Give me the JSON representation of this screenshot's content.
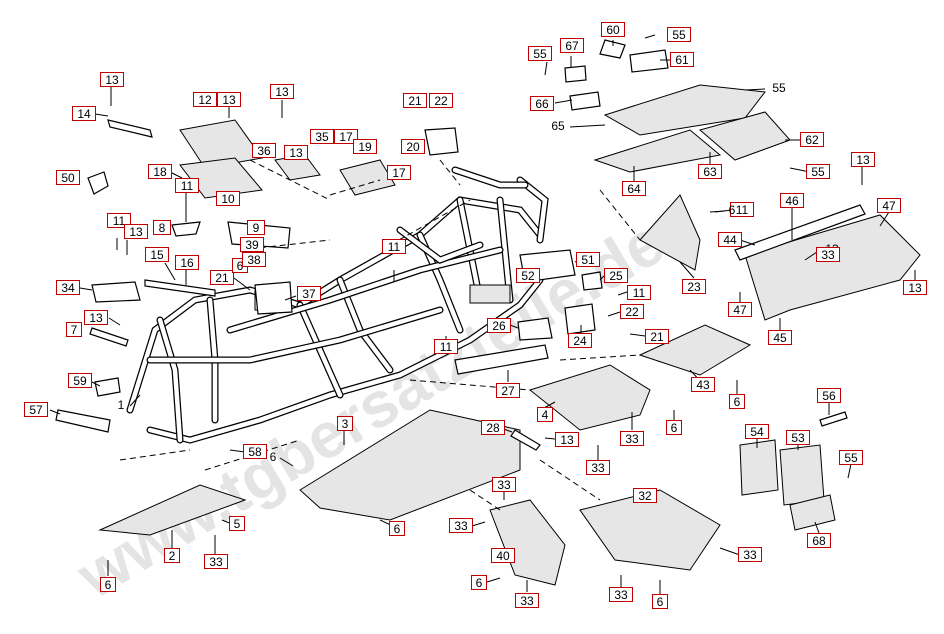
{
  "watermark": "www.tgbersatzteile.de",
  "labels": {
    "l1": "13",
    "l2": "14",
    "l3": "50",
    "l4": "12",
    "l5": "13",
    "l6": "13",
    "l7": "18",
    "l8": "10",
    "l9": "11",
    "l10": "8",
    "l11": "11",
    "l12": "13",
    "l13": "34",
    "l14": "15",
    "l15": "16",
    "l16": "21",
    "l17": "6",
    "l18": "9",
    "l19": "39",
    "l20": "38",
    "l21": "36",
    "l22": "13",
    "l23": "35",
    "l24": "17",
    "l25": "19",
    "l26": "17",
    "l27": "21",
    "l28": "22",
    "l29": "20",
    "l30": "37",
    "l31": "11",
    "l32": "13",
    "l33": "7",
    "l34": "59",
    "l35": "57",
    "l36": "1",
    "l37": "58",
    "l38": "6",
    "l39": "3",
    "l40": "2",
    "l41": "5",
    "l42": "33",
    "l43": "6",
    "l44": "6",
    "l45": "55",
    "l46": "67",
    "l47": "60",
    "l48": "55",
    "l49": "61",
    "l50": "66",
    "l51": "55",
    "l52": "65",
    "l53": "62",
    "l54": "64",
    "l55": "63",
    "l56": "55",
    "l57": "13",
    "l58": "11",
    "l59": "46",
    "l60": "47",
    "l61": "44",
    "l62": "13",
    "l63": "23",
    "l64": "51",
    "l65": "52",
    "l66": "25",
    "l67": "11",
    "l68": "22",
    "l69": "26",
    "l70": "24",
    "l71": "21",
    "l72": "47",
    "l73": "45",
    "l74": "13",
    "l75": "11",
    "l76": "27",
    "l77": "43",
    "l78": "6",
    "l79": "4",
    "l80": "28",
    "l81": "13",
    "l82": "6",
    "l83": "33",
    "l84": "33",
    "l85": "56",
    "l86": "54",
    "l87": "53",
    "l88": "55",
    "l89": "68",
    "l90": "33",
    "l91": "32",
    "l92": "33",
    "l93": "40",
    "l94": "33",
    "l95": "6",
    "l96": "33",
    "l97": "33",
    "l98": "6",
    "l99": "33",
    "l100": "6"
  }
}
